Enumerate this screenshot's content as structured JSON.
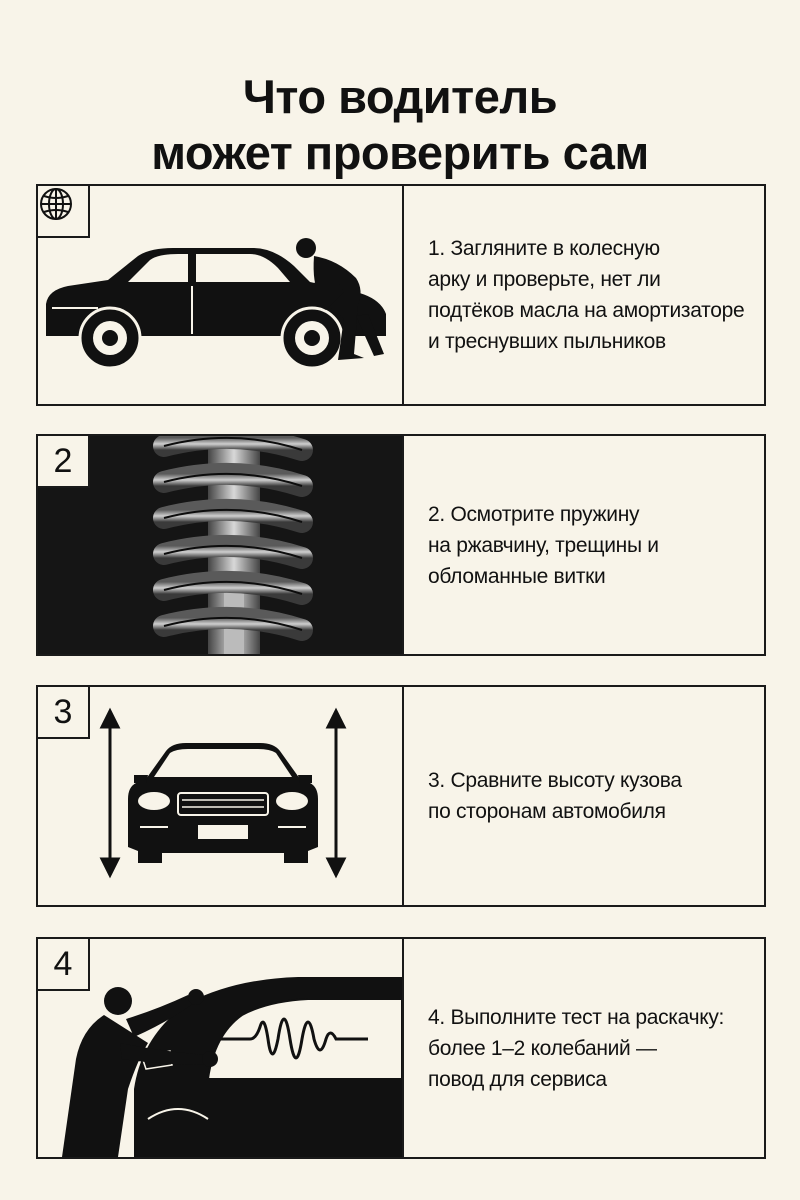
{
  "title": {
    "line1": "Что водитель",
    "line2": "может проверить сам"
  },
  "steps": [
    {
      "badge": "",
      "badge_icon": "globe-icon",
      "lines": [
        "1. Загляните в колесную",
        "арку и проверьте, нет ли",
        "подтёков масла на амортизаторе",
        "и треснувших пыльников"
      ]
    },
    {
      "badge": "2",
      "lines": [
        "2. Осмотрите пружину",
        "на ржавчину, трещины и",
        "обломанные витки"
      ]
    },
    {
      "badge": "3",
      "lines": [
        "3. Сравните высоту кузова",
        "по сторонам автомобиля"
      ]
    },
    {
      "badge": "4",
      "lines": [
        "4. Выполните тест на раскачку:",
        "более 1–2 колебаний —",
        "повод для сервиса"
      ]
    }
  ],
  "colors": {
    "background": "#f8f4e9",
    "ink": "#111111",
    "dark_panel": "#151515"
  }
}
